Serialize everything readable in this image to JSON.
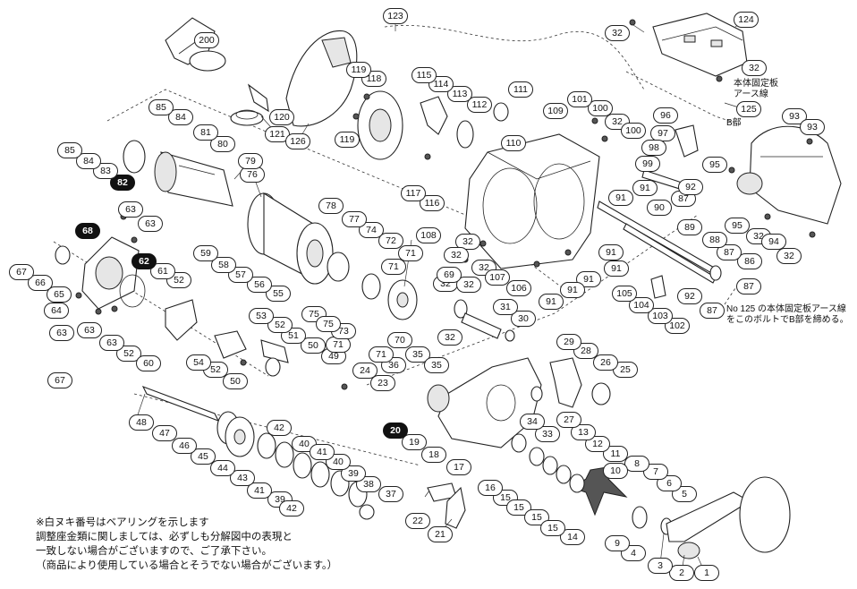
{
  "callouts": [
    "1",
    "2",
    "3",
    "4",
    "5",
    "6",
    "7",
    "8",
    "9",
    "10",
    "11",
    "12",
    "13",
    "14",
    "15",
    "16",
    "17",
    "18",
    "19",
    "20",
    "21",
    "22",
    "23",
    "24",
    "25",
    "26",
    "27",
    "28",
    "29",
    "30",
    "31",
    "32",
    "33",
    "34",
    "35",
    "36",
    "37",
    "38",
    "39",
    "40",
    "41",
    "42",
    "43",
    "44",
    "45",
    "46",
    "47",
    "48",
    "49",
    "50",
    "51",
    "52",
    "53",
    "54",
    "55",
    "56",
    "57",
    "58",
    "59",
    "60",
    "61",
    "62",
    "63",
    "64",
    "65",
    "66",
    "67",
    "68",
    "69",
    "70",
    "71",
    "72",
    "73",
    "74",
    "75",
    "76",
    "77",
    "78",
    "79",
    "80",
    "81",
    "82",
    "83",
    "84",
    "85",
    "86",
    "87",
    "88",
    "89",
    "90",
    "91",
    "92",
    "93",
    "94",
    "95",
    "96",
    "97",
    "98",
    "99",
    "100",
    "101",
    "102",
    "103",
    "104",
    "105",
    "106",
    "107",
    "108",
    "109",
    "110",
    "111",
    "112",
    "113",
    "114",
    "115",
    "116",
    "117",
    "118",
    "119",
    "120",
    "121",
    "123",
    "124",
    "125",
    "126",
    "200"
  ],
  "notes": {
    "ground_wire_top": "本体固定板\nアース線",
    "b_section": "B部",
    "ground_wire_bottom": "No 125 の本体固定板アース線\nをこのボルトでB部を締める。"
  },
  "footnotes": [
    "※白ヌキ番号はベアリングを示します",
    "調整座金類に関しましては、必ずしも分解図中の表現と",
    "一致しない場合がございますので、ご了承下さい。",
    "（商品により使用している場合とそうでない場合がございます。）"
  ]
}
